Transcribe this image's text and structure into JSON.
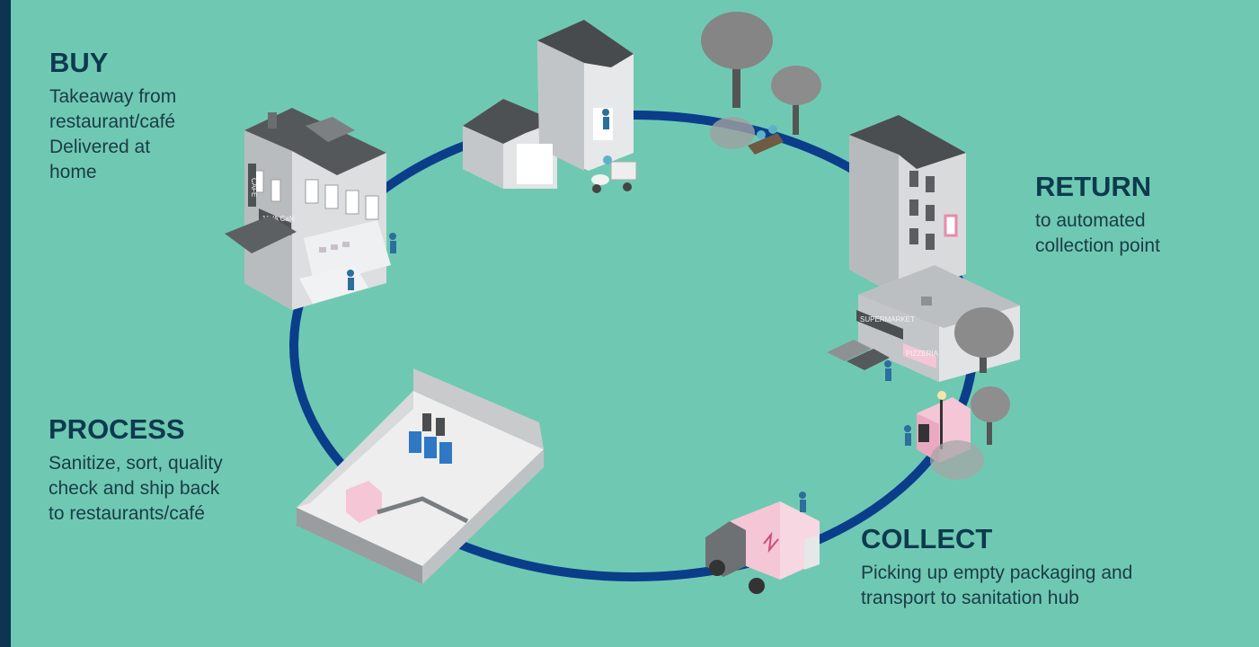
{
  "steps": {
    "buy": {
      "title": "BUY",
      "lines": [
        "Takeaway from",
        "restaurant/café",
        "Delivered at",
        "home"
      ]
    },
    "return": {
      "title": "RETURN",
      "lines": [
        "to automated",
        "collection point"
      ]
    },
    "process": {
      "title": "PROCESS",
      "lines": [
        "Sanitize, sort, quality",
        "check and ship back",
        "to restaurants/café"
      ]
    },
    "collect": {
      "title": "COLLECT",
      "lines": [
        "Picking up empty packaging and",
        "transport to sanitation hub"
      ]
    }
  },
  "signs": {
    "cafe_vertical": "CAFE",
    "java": "JAVA Café",
    "supermarket": "SUPERMARKET",
    "pizzeria": "PIZZERIA"
  },
  "colors": {
    "background": "#6fc9b2",
    "loop": "#0a3e8a",
    "edge_bar": "#0b3550",
    "accent_pink": "#f4c6d6",
    "building_grey": "#cfd1d3"
  },
  "icons": [
    "cafe-building-icon",
    "houses-icon",
    "scooter-icon",
    "trees-icon",
    "bench-icon",
    "apartment-icon",
    "supermarket-icon",
    "cars-icon",
    "collection-kiosk-icon",
    "delivery-truck-icon",
    "sanitation-hub-icon",
    "person-icon"
  ]
}
